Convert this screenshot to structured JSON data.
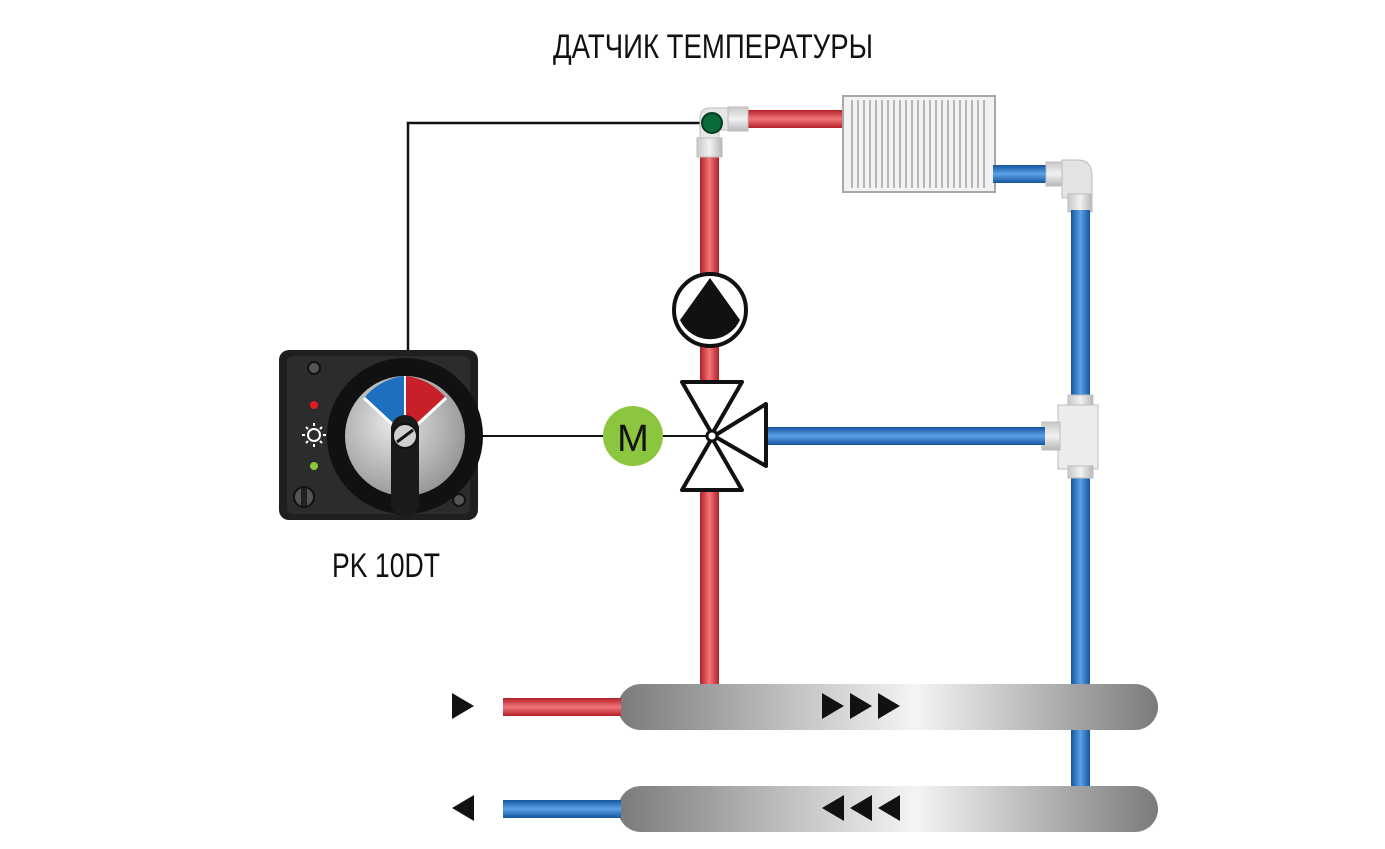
{
  "diagram": {
    "sensor_label": "ДАТЧИК ТЕМПЕРАТУРЫ",
    "controller_label": "PK 10DT",
    "motor_label": "M"
  },
  "colors": {
    "hot_pipe": "#d8333a",
    "cold_pipe": "#1f6fc4",
    "sensor": "#0b6b3a",
    "motor": "#8cc63f",
    "controller_body": "#222222",
    "controller_red": "#c8202a",
    "controller_blue": "#1e6fc0",
    "led_red": "#e11b22",
    "led_green": "#8cc63f"
  },
  "icons": [
    "radiator-icon",
    "pump-icon",
    "three-way-valve-icon",
    "motor-icon",
    "temperature-sensor-icon",
    "controller-icon",
    "flow-arrow-icon"
  ]
}
